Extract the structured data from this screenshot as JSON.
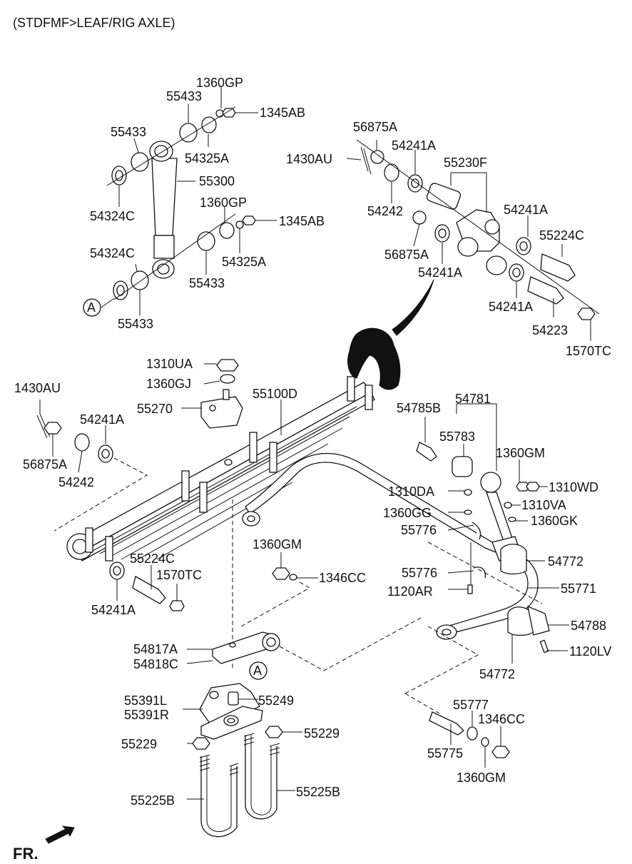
{
  "title": "(STDFMF>LEAF/RIG AXLE)",
  "direction_label": "FR.",
  "ref_marker": "A",
  "labels": {
    "p1360GP_a": "1360GP",
    "p55433_a": "55433",
    "p1345AB_a": "1345AB",
    "p55433_b": "55433",
    "p54325A_a": "54325A",
    "p55300": "55300",
    "p54324C_a": "54324C",
    "p1360GP_b": "1360GP",
    "p1345AB_b": "1345AB",
    "p54325A_b": "54325A",
    "p54324C_b": "54324C",
    "p55433_c": "55433",
    "p55433_d": "55433",
    "p56875A_a": "56875A",
    "p1430AU_a": "1430AU",
    "p54241A_a": "54241A",
    "p55230F": "55230F",
    "p54242_a": "54242",
    "p54241A_b": "54241A",
    "p56875A_b": "56875A",
    "p55224C_a": "55224C",
    "p54241A_c": "54241A",
    "p54241A_d": "54241A",
    "p54223": "54223",
    "p1570TC_a": "1570TC",
    "p1310UA": "1310UA",
    "p1360GJ": "1360GJ",
    "p55100D": "55100D",
    "p55270": "55270",
    "p1430AU_b": "1430AU",
    "p54241A_e": "54241A",
    "p56875A_c": "56875A",
    "p54242_b": "54242",
    "p54785B": "54785B",
    "p54781": "54781",
    "p55783": "55783",
    "p1360GM_a": "1360GM",
    "p1310DA": "1310DA",
    "p1310WD": "1310WD",
    "p1360GG": "1360GG",
    "p1310VA": "1310VA",
    "p55776_a": "55776",
    "p1360GK": "1360GK",
    "p1360GM_b": "1360GM",
    "p54772_a": "54772",
    "p55224C_b": "55224C",
    "p1570TC_b": "1570TC",
    "p1346CC_a": "1346CC",
    "p55776_b": "55776",
    "p55771": "55771",
    "p1120AR": "1120AR",
    "p54241A_f": "54241A",
    "p54788": "54788",
    "p54817A": "54817A",
    "p54818C": "54818C",
    "p1120LV": "1120LV",
    "p54772_b": "54772",
    "p55391L": "55391L",
    "p55249": "55249",
    "p55391R": "55391R",
    "p55777": "55777",
    "p1346CC_b": "1346CC",
    "p55229_a": "55229",
    "p55229_b": "55229",
    "p55775": "55775",
    "p1360GM_c": "1360GM",
    "p55225B_a": "55225B",
    "p55225B_b": "55225B"
  }
}
